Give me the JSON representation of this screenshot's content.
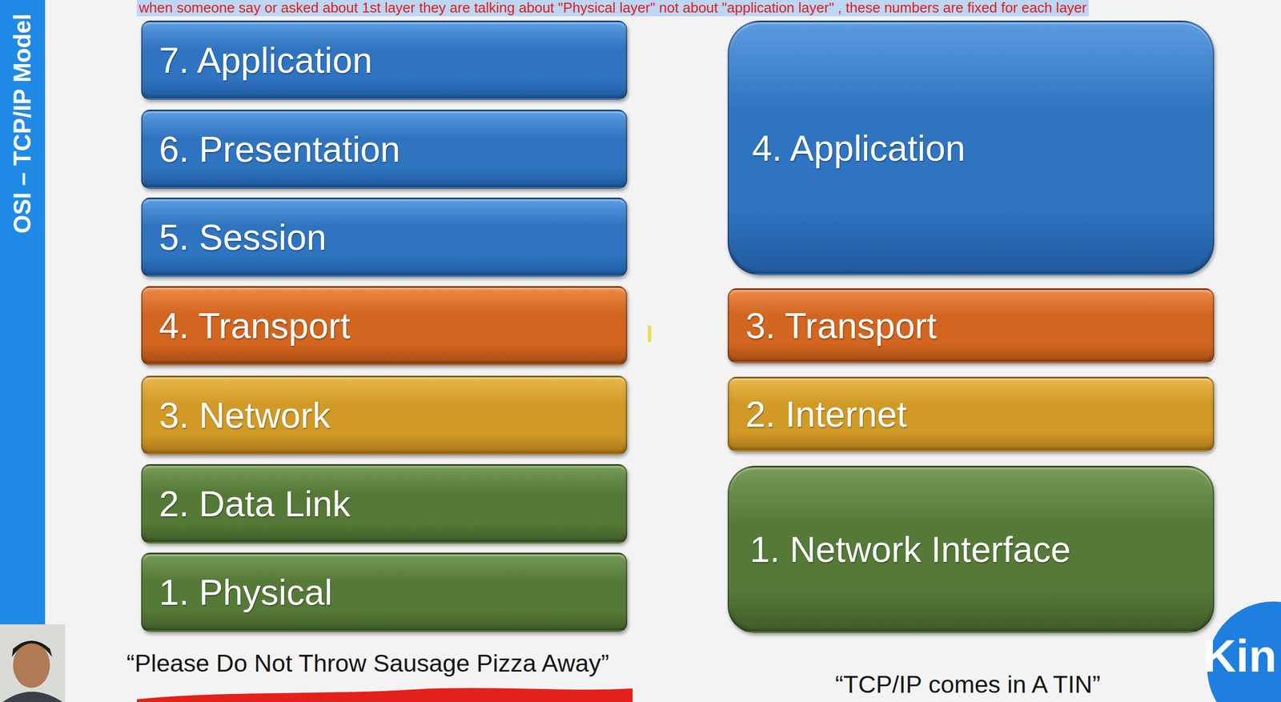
{
  "diagram": {
    "nodes": [
      {
        "text": [
          "7. Application"
        ]
      },
      {
        "text": [
          "6. Presentation"
        ]
      },
      {
        "text": [
          "5. Session"
        ]
      },
      {
        "text": [
          "4. Transport"
        ]
      },
      {
        "text": [
          "3. Network"
        ]
      },
      {
        "text": [
          "2. Data Link"
        ]
      },
      {
        "text": [
          "1. Physical"
        ]
      },
      {
        "text": [
          "4. Application"
        ]
      },
      {
        "text": [
          "3. Transport"
        ]
      },
      {
        "text": [
          "2. Internet"
        ]
      },
      {
        "text": [
          "1. Network Interface"
        ]
      }
    ],
    "labels": [
      "when someone say or asked about 1st layer they are talking about \"Physical layer\" not about \"application layer\" , these numbers are fixed for each layer",
      "OSI – TCP/IP Model",
      "“Please Do Not Throw Sausage Pizza Away”",
      "“TCP/IP comes in A TIN”",
      "Kin"
    ]
  }
}
